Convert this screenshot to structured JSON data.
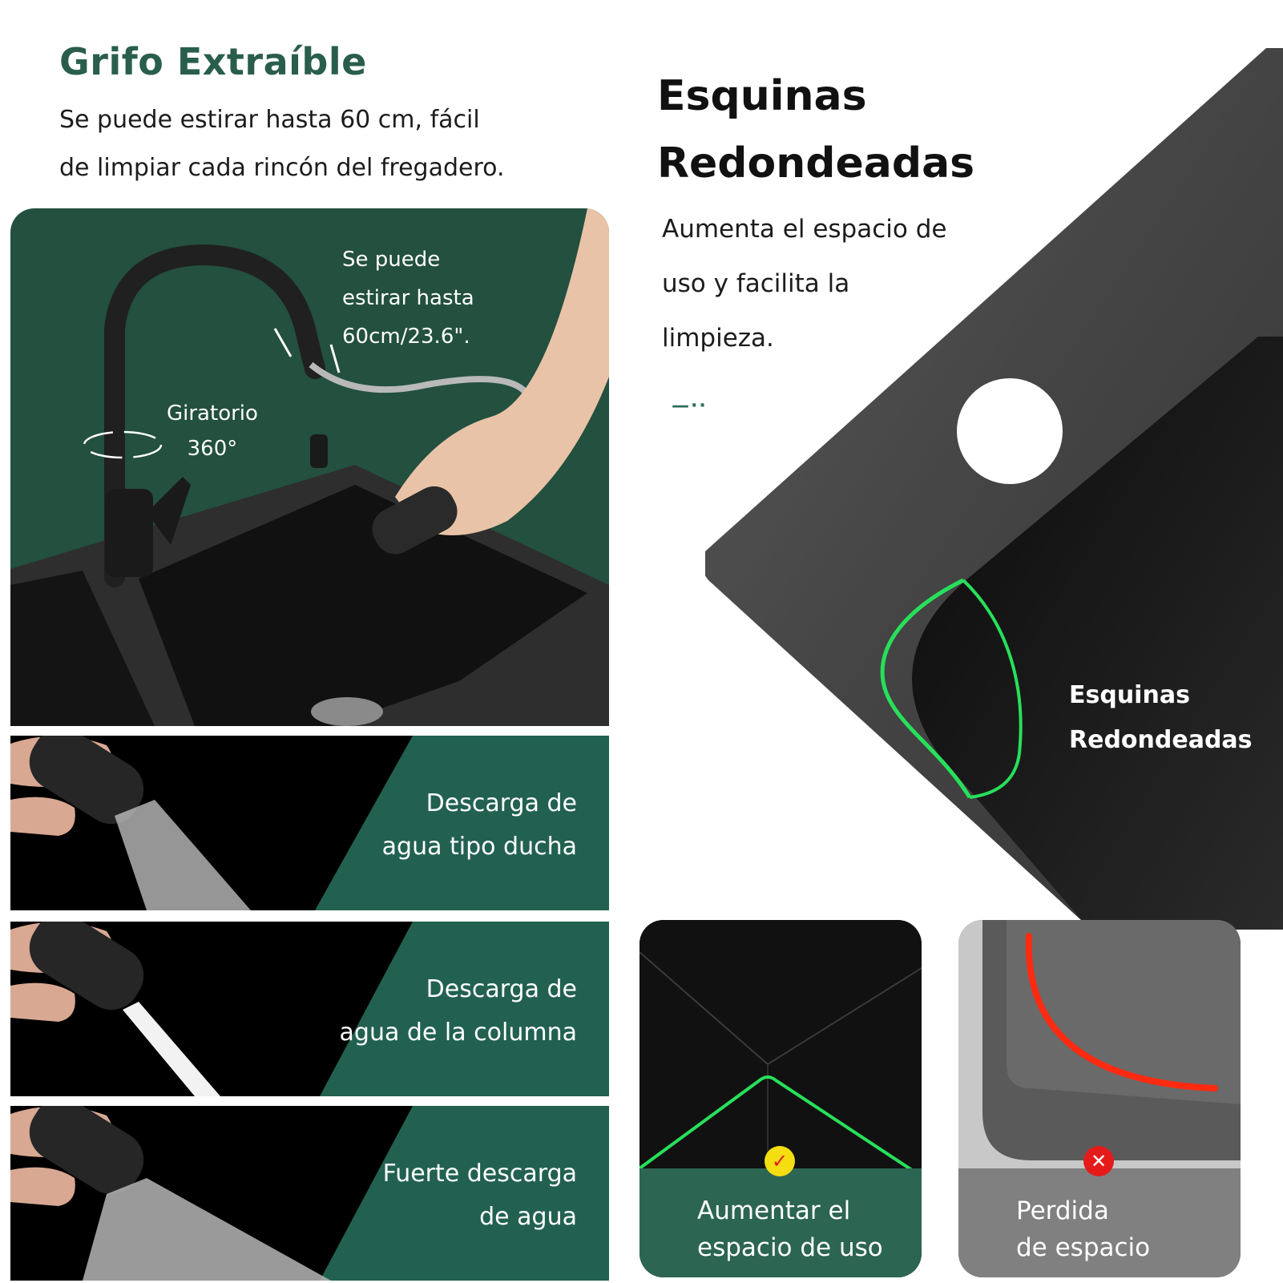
{
  "left_header": {
    "title": "Grifo Extraíble",
    "line1": "Se puede estirar hasta 60 cm, fácil",
    "line2": "de limpiar cada rincón del fregadero."
  },
  "right_header": {
    "title_line1": "Esquinas",
    "title_line2": "Redondeadas",
    "desc_line1": "Aumenta el espacio de",
    "desc_line2": "uso y facilita la",
    "desc_line3": "limpieza.",
    "dots": "—··"
  },
  "faucet_panel": {
    "stretch_line1": "Se puede",
    "stretch_line2": "estirar hasta",
    "stretch_line3": "60cm/23.6\".",
    "rotate_line1": "Giratorio",
    "rotate_line2": "360°"
  },
  "spray_modes": [
    {
      "line1": "Descarga de",
      "line2": "agua tipo ducha"
    },
    {
      "line1": "Descarga de",
      "line2": "agua de la columna"
    },
    {
      "line1": "Fuerte descarga",
      "line2": "de agua"
    }
  ],
  "corner_callout": {
    "line1": "Esquinas",
    "line2": "Redondeadas"
  },
  "comparison": {
    "good": {
      "line1": "Aumentar el",
      "line2": "espacio de uso",
      "badge": "✓"
    },
    "bad": {
      "line1": "Perdida",
      "line2": "de espacio",
      "badge": "✕"
    }
  },
  "colors": {
    "brand_green": "#2a5e4c",
    "panel_green": "#23503f",
    "caption_green": "#2c6552",
    "caption_gray": "#808080",
    "highlight_green": "#27e05a",
    "highlight_red": "#ff2a10",
    "badge_yellow": "#f4dd11",
    "badge_red": "#e51b1b"
  }
}
